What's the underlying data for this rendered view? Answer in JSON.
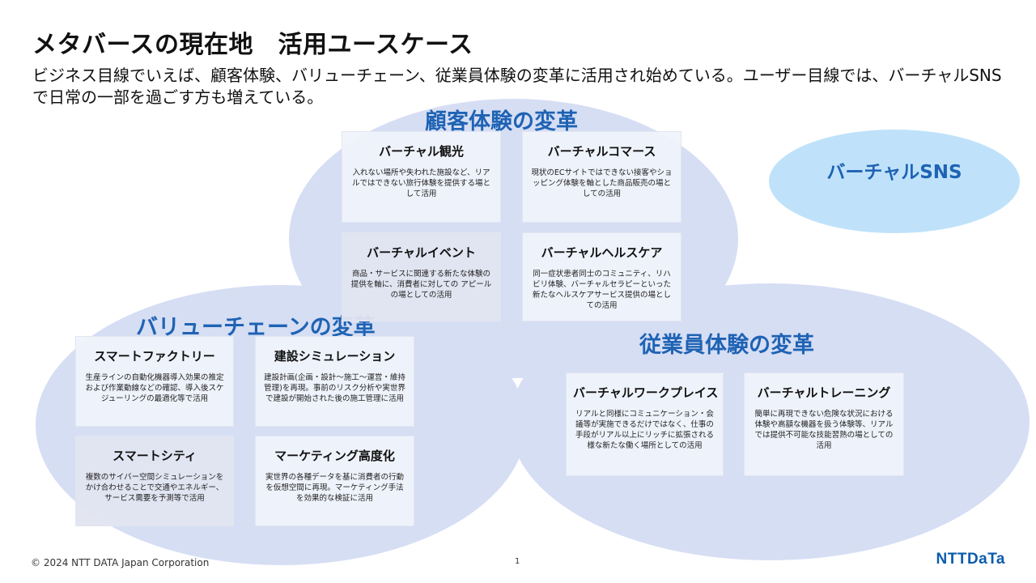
{
  "header": {
    "title": "メタバースの現在地　活用ユースケース",
    "subtitle": "ビジネス目線でいえば、顧客体験、バリューチェーン、従業員体験の変革に活用され始めている。ユーザー目線では、バーチャルSNSで日常の一部を過ごす方も増えている。"
  },
  "regions": {
    "customer": "顧客体験の変革",
    "value_chain": "バリューチェーンの変革",
    "employee": "従業員体験の変革",
    "sns": "バーチャルSNS"
  },
  "cards": [
    {
      "title": "バーチャル観光",
      "desc": "入れない場所や失われた施設など、リアルではできない旅行体験を提供する場として活用"
    },
    {
      "title": "バーチャルコマース",
      "desc": "現状のECサイトではできない接客やショッピング体験を軸とした商品販売の場としての活用"
    },
    {
      "title": "バーチャルイベント",
      "desc": "商品・サービスに関連する新たな体験の提供を軸に、消費者に対しての アピールの場としての活用"
    },
    {
      "title": "バーチャルヘルスケア",
      "desc": "同一症状患者同士のコミュニティ、リハビリ体験、バーチャルセラピーといった新たなヘルスケアサービス提供の場としての活用"
    },
    {
      "title": "スマートファクトリー",
      "desc": "生産ラインの自動化機器導入効果の推定および作業動線などの確認、導入後スケジューリングの最適化等で活用"
    },
    {
      "title": "建設シミュレーション",
      "desc": "建設計画(企画・設計～施工～運営・維持管理)を再現。事前のリスク分析や実世界で建設が開始された後の施工管理に活用"
    },
    {
      "title": "スマートシティ",
      "desc": "複数のサイバー空間シミュレーションをかけ合わせることで交通やエネルギー、サービス需要を予測等で活用"
    },
    {
      "title": "マーケティング高度化",
      "desc": "実世界の各種データを基に消費者の行動を仮想空間に再現。マーケティング手法を効果的な検証に活用"
    },
    {
      "title": "バーチャルワークプレイス",
      "desc": "リアルと同様にコミュニケーション・会議等が実施できるだけではなく、仕事の手段がリアル以上にリッチに拡張される様な新たな働く場所としての活用"
    },
    {
      "title": "バーチャルトレーニング",
      "desc": "簡単に再現できない危険な状況における体験や高額な機器を扱う体験等、リアルでは提供不可能な技能習熟の場としての活用"
    }
  ],
  "footer": {
    "copyright": "© 2024 NTT DATA Japan Corporation",
    "page": "1",
    "logo": "NTTDaTa"
  },
  "colors": {
    "accent": "#1f63b4",
    "ellipse": "#d6def4",
    "sns_ellipse": "#bfe2fa"
  }
}
